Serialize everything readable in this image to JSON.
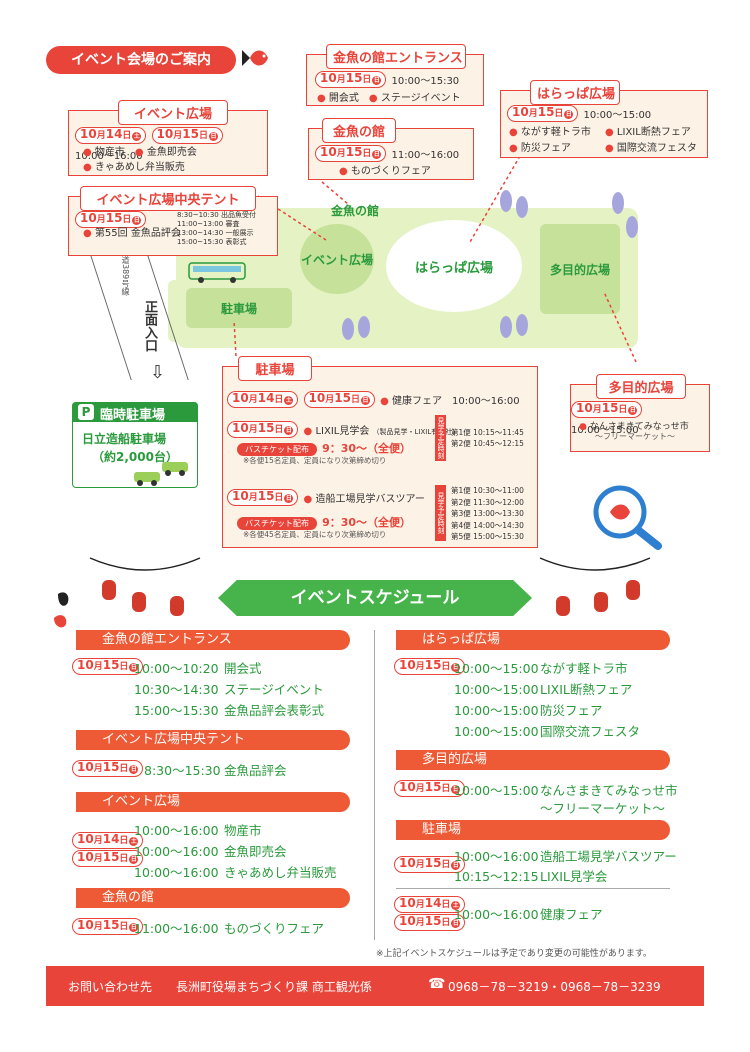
{
  "guide_title": "イベント会場のご案内",
  "dates": {
    "d14": {
      "month": "10",
      "unit": "月",
      "day": "14",
      "weekday": "土"
    },
    "d15": {
      "month": "10",
      "unit": "月",
      "day": "15",
      "weekday": "日"
    }
  },
  "boxes": {
    "entrance": {
      "title": "金魚の館エントランス",
      "time": "10:00～15:30",
      "items": [
        "開会式",
        "ステージイベント"
      ]
    },
    "event_plaza": {
      "title": "イベント広場",
      "time": "10:00～16:00",
      "items": [
        "物産市",
        "金魚即売会",
        "きゃあめし弁当販売"
      ]
    },
    "kingyo_hall": {
      "title": "金魚の館",
      "time": "11:00～16:00",
      "items": [
        "ものづくりフェア"
      ]
    },
    "harappa": {
      "title": "はらっぱ広場",
      "time": "10:00～15:00",
      "items": [
        "ながす軽トラ市",
        "LIXIL断熱フェア",
        "防災フェア",
        "国際交流フェスタ"
      ]
    },
    "center_tent": {
      "title": "イベント広場中央テント",
      "item": "第55回 金魚品評会",
      "schedule": [
        {
          "time": "8:30~10:30",
          "label": "出品魚受付"
        },
        {
          "time": "11:00~13:00",
          "label": "審査"
        },
        {
          "time": "13:00~14:30",
          "label": "一般展示"
        },
        {
          "time": "15:00~15:30",
          "label": "表彰式"
        }
      ]
    },
    "multi": {
      "title": "多目的広場",
      "time": "10:00～15:00",
      "item": "なんさまきてみなっせ市",
      "sub": "～フリーマーケット～"
    },
    "parking": {
      "title": "駐車場",
      "health": "健康フェア",
      "health_time": "10:00～16:00",
      "lixil": "LIXIL見学会",
      "lixil_note": "（製品見学・LIXIL有明社）",
      "bus_ticket_label": "バスチケット配布",
      "bus_ticket_time": "9：30～（全便）",
      "lixil_cap": "※各便15名定員、定員になり次第締め切り",
      "vertical_label": "見学予定時刻",
      "lixil_trips": [
        {
          "name": "第1便",
          "time": "10:15～11:45"
        },
        {
          "name": "第2便",
          "time": "10:45～12:15"
        }
      ],
      "ship": "造船工場見学バスツアー",
      "ship_cap": "※各便45名定員、定員になり次第締め切り",
      "ship_trips": [
        {
          "name": "第1便",
          "time": "10:30～11:00"
        },
        {
          "name": "第2便",
          "time": "11:30～12:00"
        },
        {
          "name": "第3便",
          "time": "13:00～13:30"
        },
        {
          "name": "第4便",
          "time": "14:00～14:30"
        },
        {
          "name": "第5便",
          "time": "15:00～15:30"
        }
      ]
    }
  },
  "map": {
    "kingyo_hall": "金魚の館",
    "event_plaza": "イベント広場",
    "harappa": "はらっぱ広場",
    "multi": "多目的広場",
    "parking": "駐車場",
    "main_gate": "正面入口",
    "route": "国道389号線"
  },
  "temp_parking": {
    "badge": "P",
    "title": "臨時駐車場",
    "name": "日立造船駐車場",
    "capacity": "（約2,000台）"
  },
  "schedule_title": "イベントスケジュール",
  "schedule_left": [
    {
      "title": "金魚の館エントランス",
      "rows": [
        [
          "10:00～10:20",
          "開会式"
        ],
        [
          "10:30～14:30",
          "ステージイベント"
        ],
        [
          "15:00～15:30",
          "金魚品評会表彰式"
        ]
      ]
    },
    {
      "title": "イベント広場中央テント",
      "rows": [
        [
          "8:30～15:30",
          "金魚品評会"
        ]
      ]
    },
    {
      "title": "イベント広場",
      "rows": [
        [
          "10:00～16:00",
          "物産市"
        ],
        [
          "10:00～16:00",
          "金魚即売会"
        ],
        [
          "10:00～16:00",
          "きゃあめし弁当販売"
        ]
      ]
    },
    {
      "title": "金魚の館",
      "rows": [
        [
          "11:00～16:00",
          "ものづくりフェア"
        ]
      ]
    }
  ],
  "schedule_right": [
    {
      "title": "はらっぱ広場",
      "rows": [
        [
          "10:00～15:00",
          "ながす軽トラ市"
        ],
        [
          "10:00～15:00",
          "LIXIL断熱フェア"
        ],
        [
          "10:00～15:00",
          "防災フェア"
        ],
        [
          "10:00～15:00",
          "国際交流フェスタ"
        ]
      ]
    },
    {
      "title": "多目的広場",
      "rows": [
        [
          "10:00～15:00",
          "なんさまきてみなっせ市"
        ],
        [
          "",
          "～フリーマーケット～"
        ]
      ]
    },
    {
      "title": "駐車場",
      "rows": [
        [
          "10:00～16:00",
          "造船工場見学バスツアー"
        ],
        [
          "10:15～12:15",
          "LIXIL見学会"
        ]
      ]
    },
    {
      "title": "",
      "rows": [
        [
          "10:00～16:00",
          "健康フェア"
        ]
      ]
    }
  ],
  "footnote": "※上記イベントスケジュールは予定であり変更の可能性があります。",
  "footer": {
    "label": "お問い合わせ先",
    "org": "長洲町役場まちづくり課 商工観光係",
    "tel_icon": "phone-icon",
    "tel": "0968－78－3219・0968－78－3239"
  },
  "colors": {
    "accent": "#e8443a",
    "green": "#2a9a3c",
    "orange": "#ee5a36",
    "cream": "#fdf2e6"
  }
}
